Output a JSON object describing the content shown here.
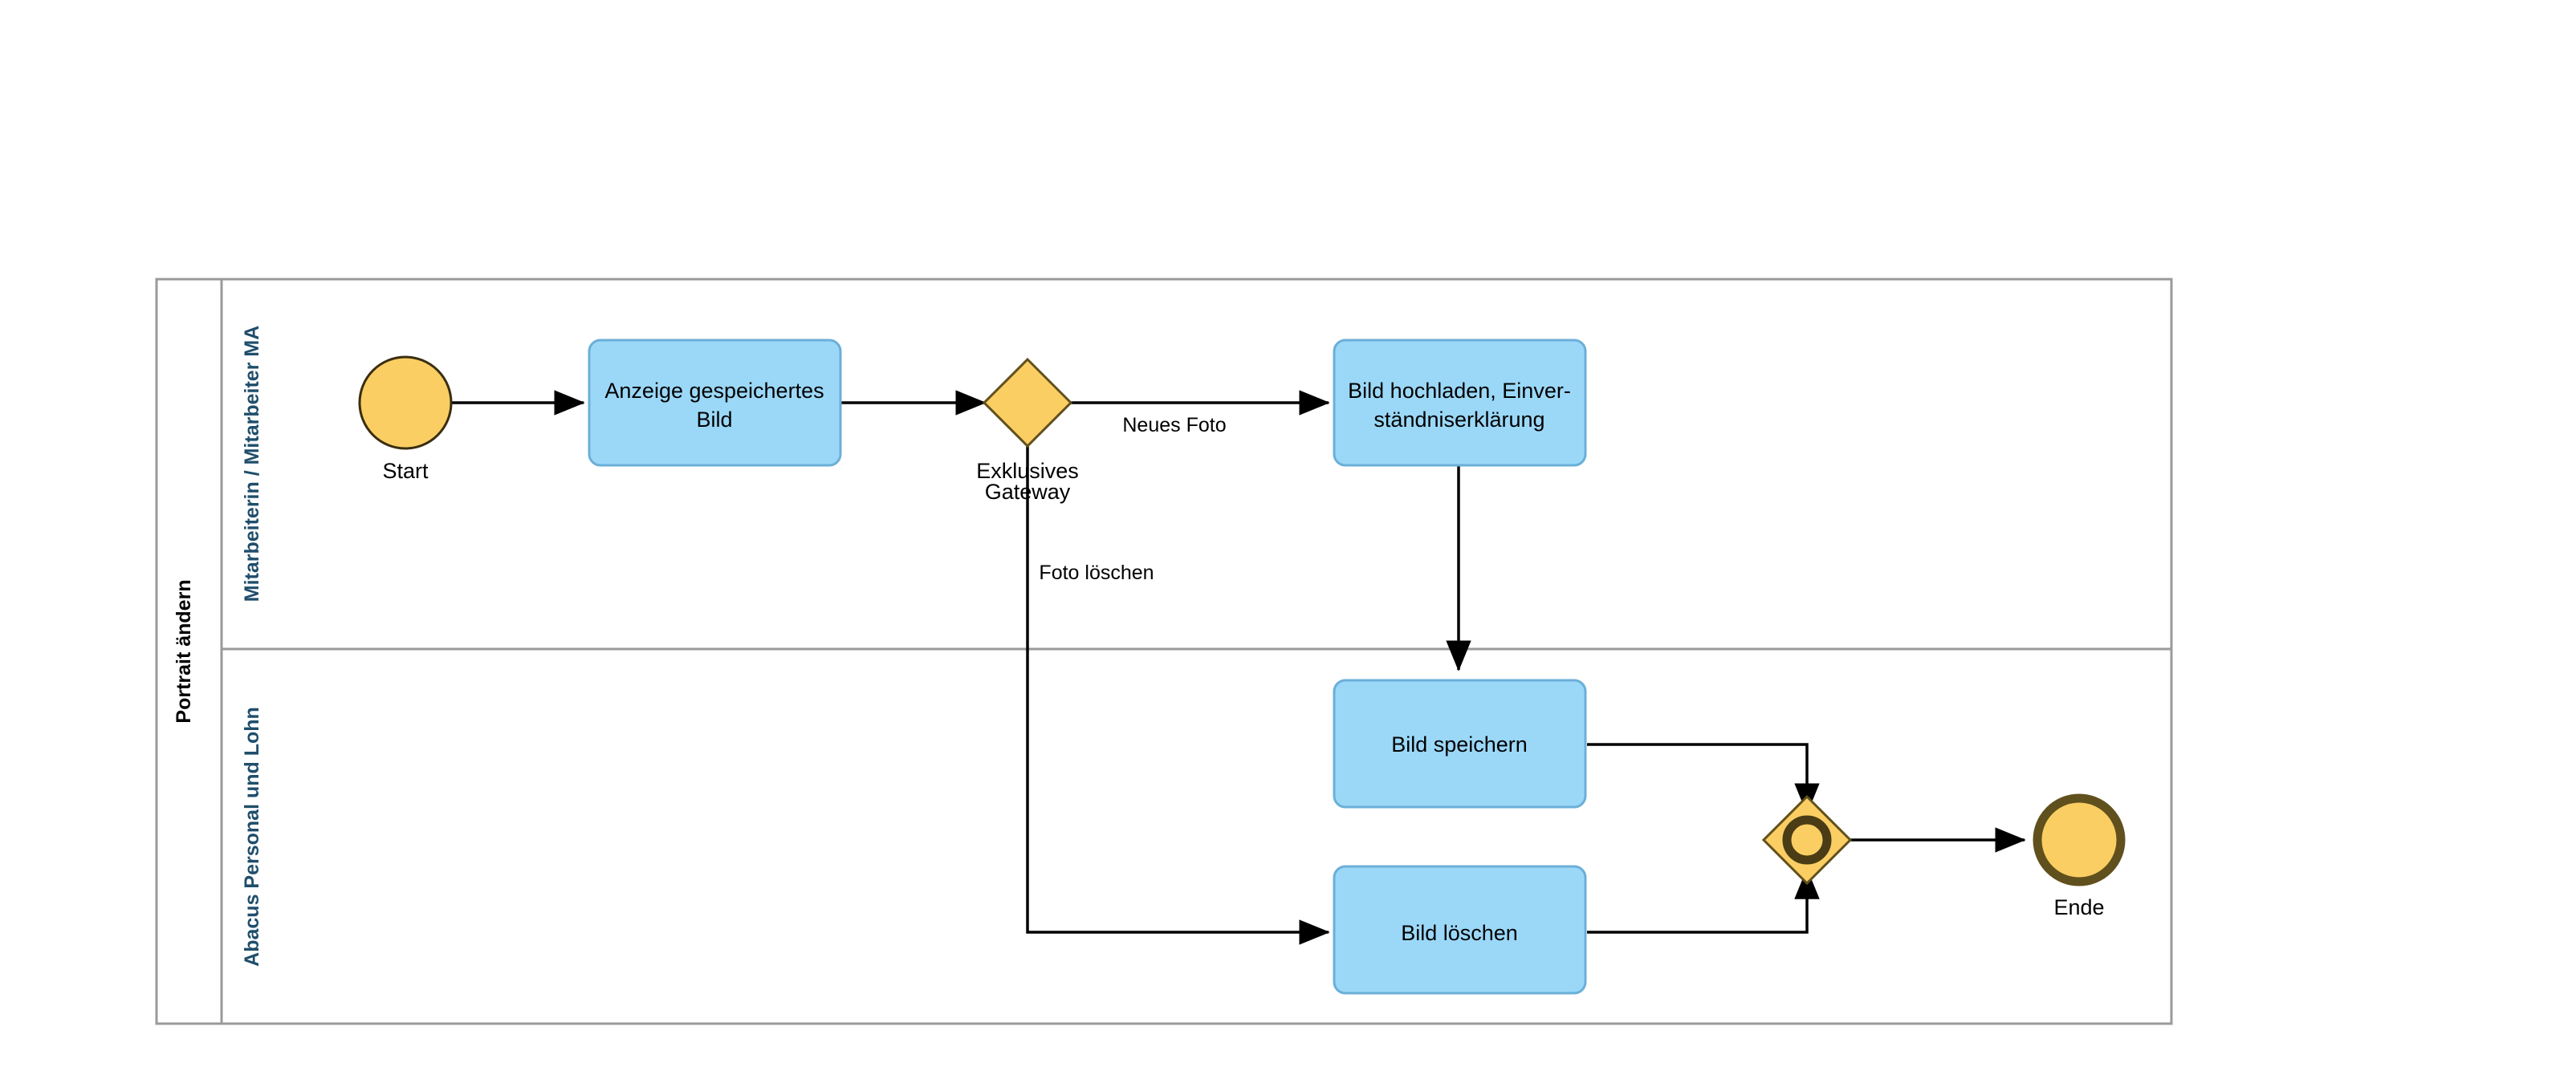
{
  "diagram": {
    "type": "bpmn-process-diagram",
    "pool": {
      "label": "Portrait ändern",
      "label_color": "#000000",
      "border_color": "#9a9a9a",
      "background": "#ffffff"
    },
    "lanes": [
      {
        "id": "lane-employee",
        "label": "Mitarbeiterin / Mitarbeiter MA",
        "label_color": "#1F4E6B"
      },
      {
        "id": "lane-abacus",
        "label": "Abacus Personal und Lohn",
        "label_color": "#1F4E6B"
      }
    ],
    "nodes": [
      {
        "id": "start",
        "kind": "start-event",
        "label": "Start",
        "lane": "lane-employee",
        "fill": "#FBCE63",
        "stroke": "#3A2E10"
      },
      {
        "id": "task-anzeige",
        "kind": "task",
        "label": "Anzeige gespeichertes Bild",
        "label_line1": "Anzeige gespeichertes",
        "label_line2": "Bild",
        "lane": "lane-employee",
        "fill": "#9BD8F8",
        "stroke": "#6BAFD8"
      },
      {
        "id": "gateway-split",
        "kind": "exclusive-gateway",
        "label": "Exklusives Gateway",
        "label_line1": "Exklusives",
        "label_line2": "Gateway",
        "lane": "lane-employee",
        "fill": "#FBCE63",
        "stroke": "#60501D"
      },
      {
        "id": "task-hochladen",
        "kind": "task",
        "label": "Bild hochladen, Einverständniserklärung",
        "label_line1": "Bild hochladen, Einver-",
        "label_line2": "ständniserklärung",
        "lane": "lane-employee",
        "fill": "#9BD8F8",
        "stroke": "#6BAFD8"
      },
      {
        "id": "task-speichern",
        "kind": "task",
        "label": "Bild speichern",
        "label_line1": "Bild speichern",
        "label_line2": "",
        "lane": "lane-abacus",
        "fill": "#9BD8F8",
        "stroke": "#6BAFD8"
      },
      {
        "id": "task-loeschen",
        "kind": "task",
        "label": "Bild löschen",
        "label_line1": "Bild löschen",
        "label_line2": "",
        "lane": "lane-abacus",
        "fill": "#9BD8F8",
        "stroke": "#6BAFD8"
      },
      {
        "id": "gateway-merge",
        "kind": "inclusive-gateway",
        "label": "",
        "lane": "lane-abacus",
        "fill": "#FBCE63",
        "stroke": "#60501D"
      },
      {
        "id": "end",
        "kind": "end-event",
        "label": "Ende",
        "lane": "lane-abacus",
        "fill": "#FBCE63",
        "stroke": "#60501D"
      }
    ],
    "edges": [
      {
        "id": "e1",
        "from": "start",
        "to": "task-anzeige",
        "label": ""
      },
      {
        "id": "e2",
        "from": "task-anzeige",
        "to": "gateway-split",
        "label": ""
      },
      {
        "id": "e3",
        "from": "gateway-split",
        "to": "task-hochladen",
        "label": "Neues Foto"
      },
      {
        "id": "e4",
        "from": "gateway-split",
        "to": "task-loeschen",
        "label": "Foto löschen"
      },
      {
        "id": "e5",
        "from": "task-hochladen",
        "to": "task-speichern",
        "label": ""
      },
      {
        "id": "e6",
        "from": "task-speichern",
        "to": "gateway-merge",
        "label": ""
      },
      {
        "id": "e7",
        "from": "task-loeschen",
        "to": "gateway-merge",
        "label": ""
      },
      {
        "id": "e8",
        "from": "gateway-merge",
        "to": "end",
        "label": ""
      }
    ]
  }
}
